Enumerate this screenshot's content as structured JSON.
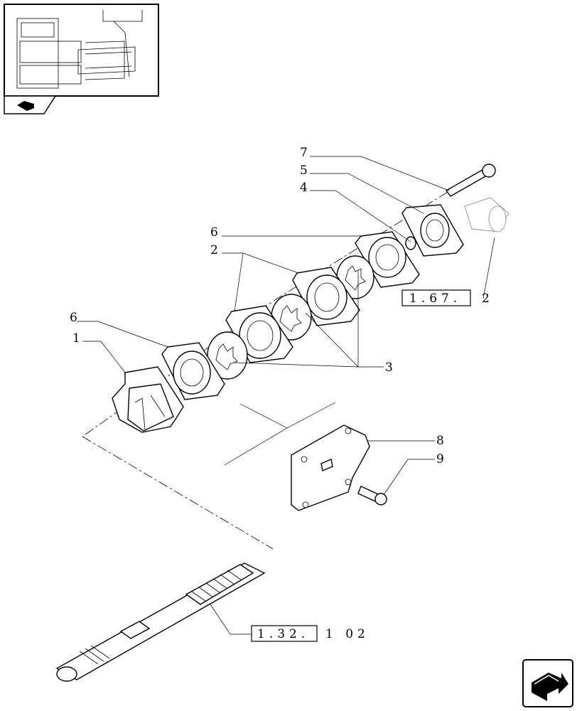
{
  "callouts": {
    "c7": "7",
    "c5": "5",
    "c4": "4",
    "c6_top": "6",
    "c2": "2",
    "c6_bottom": "6",
    "c1": "1",
    "c3": "3",
    "c8": "8",
    "c9": "9"
  },
  "references": {
    "ref_top_boxed": "1.67.",
    "ref_top_suffix": "2",
    "ref_bottom_boxed": "1.32.",
    "ref_bottom_suffix": "1 02"
  },
  "icons": {
    "thumbnail": "assembly-thumbnail-icon",
    "corner_tab": "book-tab-icon",
    "nav": "navigate-arrow-icon"
  }
}
